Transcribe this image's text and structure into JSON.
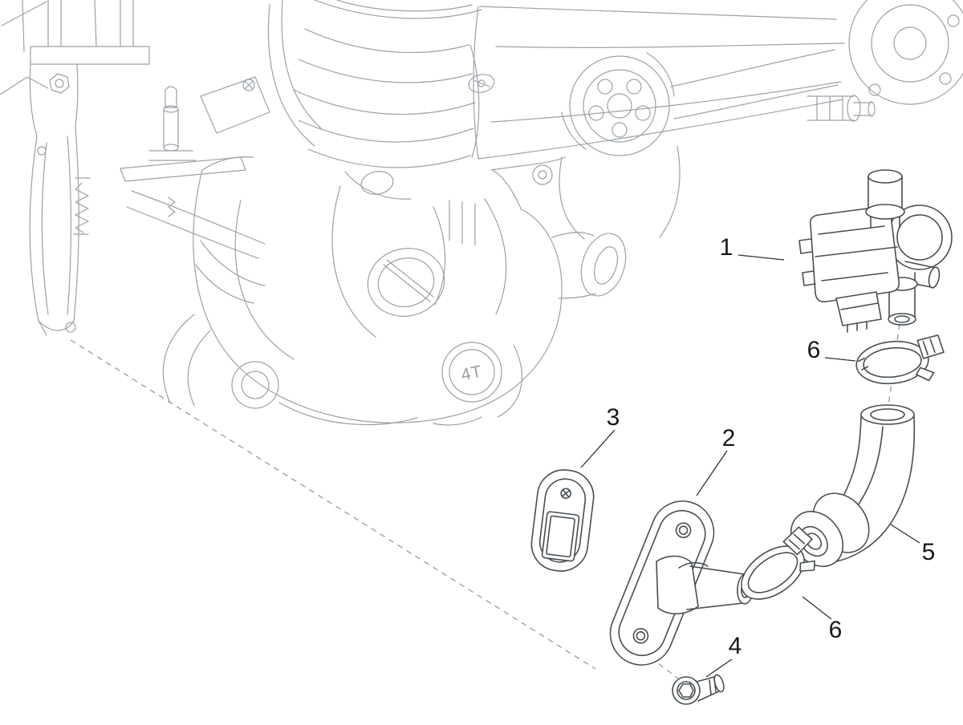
{
  "diagram": {
    "type": "exploded-parts-diagram",
    "engine_marking": "4T",
    "callouts": [
      {
        "label": "1"
      },
      {
        "label": "2"
      },
      {
        "label": "3"
      },
      {
        "label": "4"
      },
      {
        "label": "5"
      },
      {
        "label": "6"
      },
      {
        "label": "6"
      }
    ]
  },
  "colors": {
    "background": "#ffffff",
    "engine_line": "#9aa1a7",
    "part_line": "#474e53",
    "guide_line": "#8d959b",
    "callout_text": "#15181a"
  }
}
